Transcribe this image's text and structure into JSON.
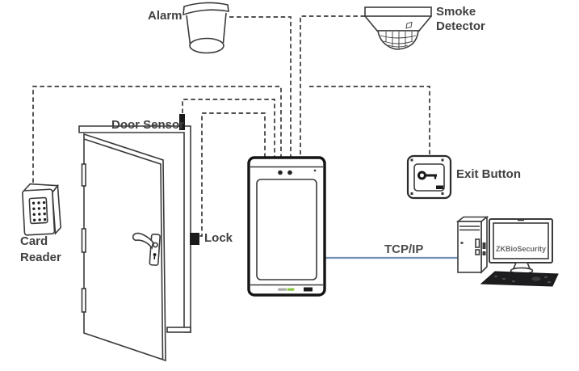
{
  "components": {
    "alarm": {
      "label": "Alarm"
    },
    "smoke_detector": {
      "label_line1": "Smoke",
      "label_line2": "Detector"
    },
    "door_sensor": {
      "label": "Door Sensor"
    },
    "lock": {
      "label": "Lock"
    },
    "card_reader": {
      "label_line1": "Card",
      "label_line2": "Reader"
    },
    "exit_button": {
      "label": "Exit Button"
    },
    "connection": {
      "label": "TCP/IP"
    },
    "computer": {
      "software_label": "ZKBioSecurity"
    }
  },
  "colors": {
    "wire": "#3a3a3a",
    "label_text": "#414042",
    "tcpip_line": "#7291b4",
    "logo_green": "#86c443",
    "device_black": "#1a1a1a",
    "background": "#ffffff"
  }
}
